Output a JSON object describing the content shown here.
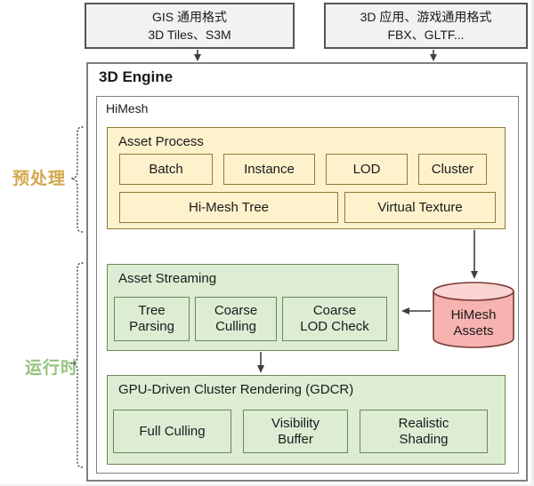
{
  "inputs": [
    {
      "lines": [
        "GIS 通用格式",
        "3D Tiles、S3M"
      ]
    },
    {
      "lines": [
        "3D 应用、游戏通用格式",
        "FBX、GLTF..."
      ]
    }
  ],
  "engine": {
    "title": "3D Engine",
    "himesh": "HiMesh",
    "asset_process": {
      "label": "Asset Process",
      "row1": [
        "Batch",
        "Instance",
        "LOD",
        "Cluster"
      ],
      "row2": [
        "Hi-Mesh Tree",
        "Virtual Texture"
      ]
    },
    "asset_streaming": {
      "label": "Asset Streaming",
      "items": [
        "Tree\nParsing",
        "Coarse\nCulling",
        "Coarse\nLOD Check"
      ]
    },
    "gdcr": {
      "label": "GPU-Driven Cluster Rendering (GDCR)",
      "items": [
        "Full Culling",
        "Visibility\nBuffer",
        "Realistic\nShading"
      ]
    },
    "datastore": "HiMesh\nAssets"
  },
  "side_labels": [
    {
      "text": "预处理",
      "color": "#D2A84C"
    },
    {
      "text": "运行时",
      "color": "#94C47E"
    }
  ],
  "colors": {
    "yellow_fill": "#FDF2CC",
    "yellow_border": "#8E7B39",
    "green_fill": "#DCEDD3",
    "green_border": "#6E8557",
    "pink_fill": "#F7B3B0",
    "pink_top": "#FBD3D1",
    "pink_border": "#7A3B36",
    "gray_fill": "#F2F2F2",
    "frame_border": "#7F7F7F",
    "arrow": "#3F3F3F"
  }
}
